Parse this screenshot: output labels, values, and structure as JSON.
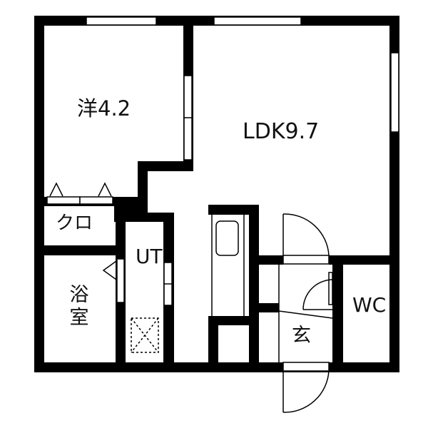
{
  "floor_plan": {
    "rooms": [
      {
        "id": "western",
        "label": "洋4.2",
        "type": "Western-style room",
        "size_jo": 4.2
      },
      {
        "id": "ldk",
        "label": "LDK9.7",
        "type": "Living/Dining/Kitchen",
        "size_jo": 9.7
      },
      {
        "id": "closet",
        "label": "クロ",
        "type": "Closet"
      },
      {
        "id": "bath",
        "label": "浴室",
        "type": "Bathroom"
      },
      {
        "id": "ut",
        "label": "UT",
        "type": "Utility"
      },
      {
        "id": "entry",
        "label": "玄",
        "type": "Entrance"
      },
      {
        "id": "wc",
        "label": "WC",
        "type": "Toilet"
      }
    ],
    "colors": {
      "wall": "#000000",
      "background": "#ffffff",
      "line": "#000000"
    }
  }
}
